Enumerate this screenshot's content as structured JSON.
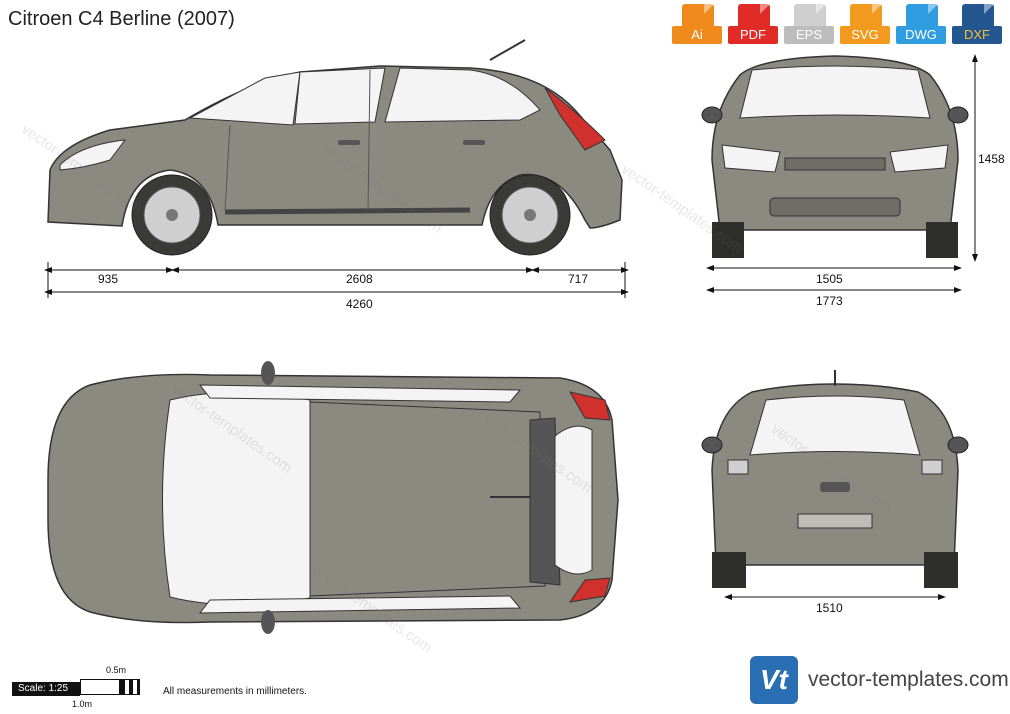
{
  "title": "Citroen C4 Berline (2007)",
  "formats": [
    {
      "label": "Ai",
      "color": "#f08a1d",
      "icon": "ai-file-icon"
    },
    {
      "label": "PDF",
      "color": "#e02b26",
      "icon": "pdf-file-icon"
    },
    {
      "label": "EPS",
      "color": "#cfcfcf",
      "icon": "eps-file-icon"
    },
    {
      "label": "SVG",
      "color": "#f39a1e",
      "icon": "svg-file-icon"
    },
    {
      "label": "DWG",
      "color": "#2f9de0",
      "icon": "dwg-file-icon"
    },
    {
      "label": "DXF",
      "color": "#24578f",
      "icon": "dxf-file-icon"
    }
  ],
  "side": {
    "front_overhang": "935",
    "wheelbase": "2608",
    "rear_overhang": "717",
    "length": "4260"
  },
  "front": {
    "track": "1505",
    "width": "1773",
    "height": "1458"
  },
  "rear": {
    "track": "1510"
  },
  "scale": {
    "label": "Scale: 1:25",
    "half_meter": "0.5m",
    "one_meter": "1.0m"
  },
  "note": "All measurements in millimeters.",
  "brand": {
    "logo": "Vt",
    "site": "vector-templates.com"
  },
  "watermark": "vector-templates.com",
  "colors": {
    "body": "#8b8a80",
    "body_dark": "#6f6e66",
    "glass": "#f4f4f4",
    "tail": "#d0312d"
  }
}
